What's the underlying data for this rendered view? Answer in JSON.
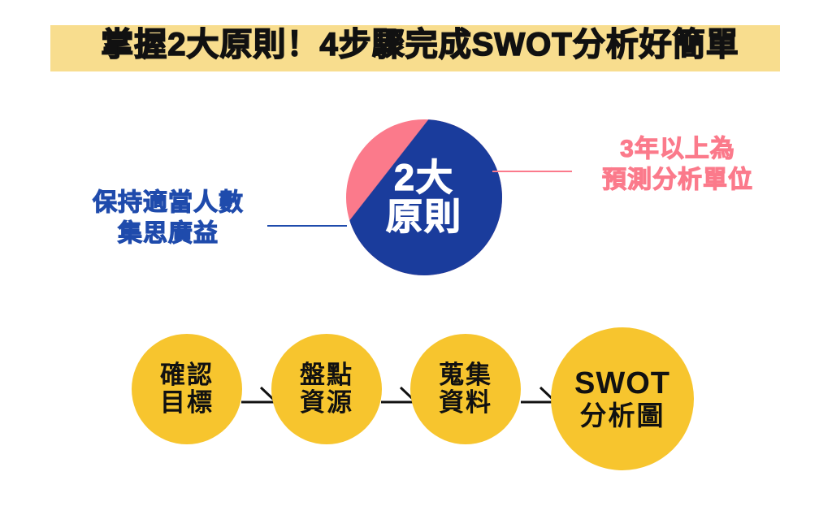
{
  "title": {
    "text": "掌握2大原則！4步驟完成SWOT分析好簡單",
    "band_color": "#f8dd8e",
    "text_color": "#111111"
  },
  "principles": {
    "circle": {
      "line1": "2大",
      "line2": "原則",
      "pink_color": "#fb7a8b",
      "blue_color": "#1a3c9c",
      "text_color": "#ffffff"
    },
    "left_label": {
      "line1": "保持適當人數",
      "line2": "集思廣益",
      "color": "#1f4bac"
    },
    "right_label": {
      "line1": "3年以上為",
      "line2": "預測分析單位",
      "color": "#fb7a8b"
    }
  },
  "steps": {
    "circle_color": "#f7c52e",
    "text_color": "#111111",
    "items": [
      {
        "line1": "確認",
        "line2": "目標"
      },
      {
        "line1": "盤點",
        "line2": "資源"
      },
      {
        "line1": "蒐集",
        "line2": "資料"
      },
      {
        "line1": "SWOT",
        "line2": "分析圖"
      }
    ]
  }
}
